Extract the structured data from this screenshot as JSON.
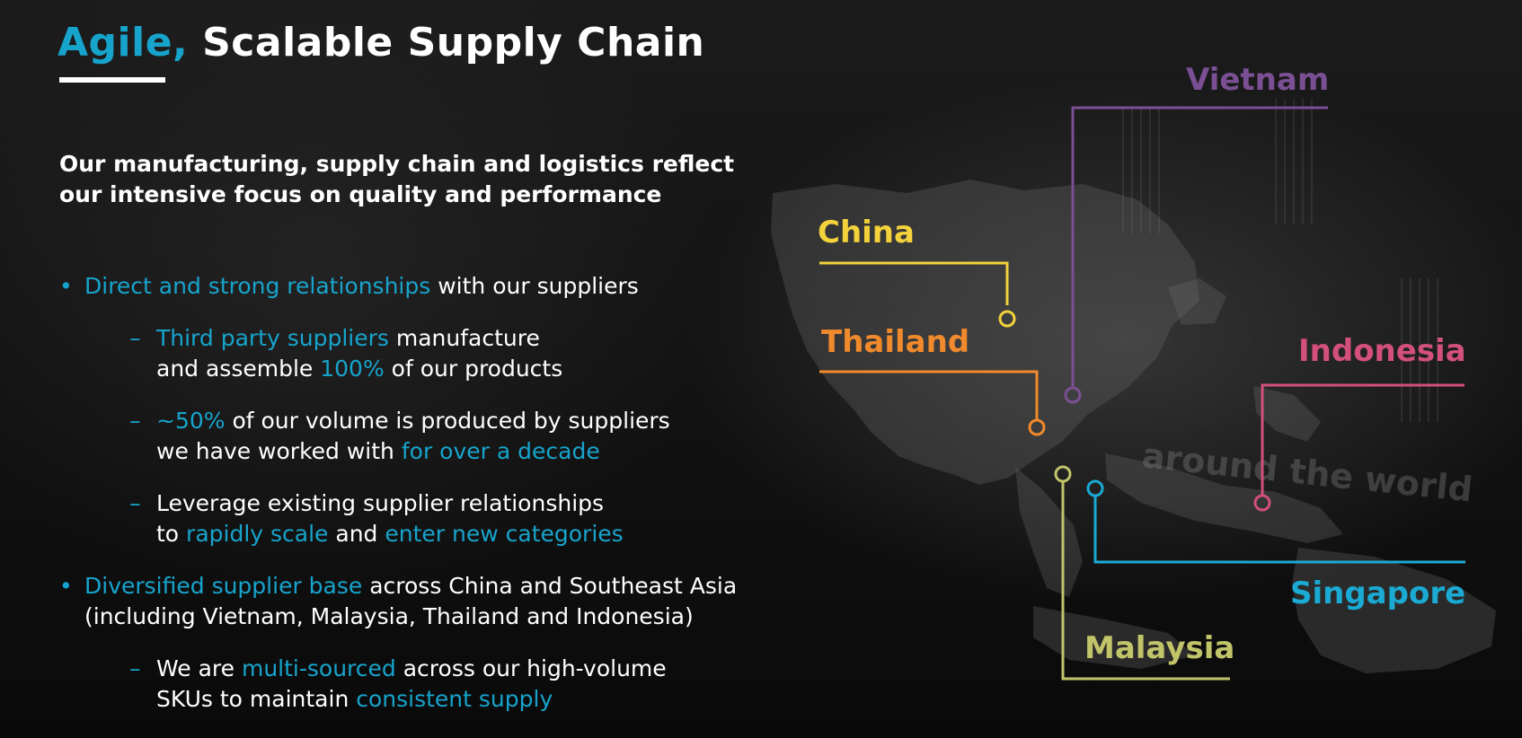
{
  "slide": {
    "title_accent": "Agile,",
    "title_rest": " Scalable Supply Chain",
    "subtitle_line1": "Our manufacturing, supply chain and logistics reflect",
    "subtitle_line2": "our intensive focus on quality and performance"
  },
  "bullets": [
    {
      "lines": [
        [
          {
            "t": "Direct and strong relationships",
            "hl": true
          },
          {
            "t": " with our suppliers",
            "hl": false
          }
        ]
      ],
      "subs": [
        {
          "lines": [
            [
              {
                "t": "Third party suppliers",
                "hl": true
              },
              {
                "t": " manufacture",
                "hl": false
              }
            ],
            [
              {
                "t": "and assemble ",
                "hl": false
              },
              {
                "t": "100%",
                "hl": true
              },
              {
                "t": " of our products",
                "hl": false
              }
            ]
          ]
        },
        {
          "lines": [
            [
              {
                "t": "~50%",
                "hl": true
              },
              {
                "t": " of our volume is produced by suppliers",
                "hl": false
              }
            ],
            [
              {
                "t": "we have worked with ",
                "hl": false
              },
              {
                "t": "for over a decade",
                "hl": true
              }
            ]
          ]
        },
        {
          "lines": [
            [
              {
                "t": "Leverage existing supplier relationships",
                "hl": false
              }
            ],
            [
              {
                "t": "to ",
                "hl": false
              },
              {
                "t": "rapidly scale",
                "hl": true
              },
              {
                "t": " and ",
                "hl": false
              },
              {
                "t": "enter new categories",
                "hl": true
              }
            ]
          ]
        }
      ]
    },
    {
      "lines": [
        [
          {
            "t": "Diversified supplier base",
            "hl": true
          },
          {
            "t": " across China and Southeast Asia",
            "hl": false
          }
        ],
        [
          {
            "t": "(including Vietnam, Malaysia, Thailand and Indonesia)",
            "hl": false
          }
        ]
      ],
      "subs": [
        {
          "lines": [
            [
              {
                "t": "We are ",
                "hl": false
              },
              {
                "t": "multi-sourced",
                "hl": true
              },
              {
                "t": " across our high-volume",
                "hl": false
              }
            ],
            [
              {
                "t": "SKUs to maintain ",
                "hl": false
              },
              {
                "t": "consistent supply",
                "hl": true
              }
            ]
          ]
        }
      ]
    }
  ],
  "map": {
    "locations": [
      {
        "name": "China",
        "color": "#f3d23b"
      },
      {
        "name": "Thailand",
        "color": "#f08a2c"
      },
      {
        "name": "Vietnam",
        "color": "#7b4f93"
      },
      {
        "name": "Indonesia",
        "color": "#d34f7d"
      },
      {
        "name": "Singapore",
        "color": "#1aaad3"
      },
      {
        "name": "Malaysia",
        "color": "#c2c46a"
      }
    ]
  },
  "background_sign": {
    "tagline": "around the world"
  },
  "colors": {
    "accent": "#17a4cc",
    "text": "#ffffff",
    "background": "#121212"
  }
}
